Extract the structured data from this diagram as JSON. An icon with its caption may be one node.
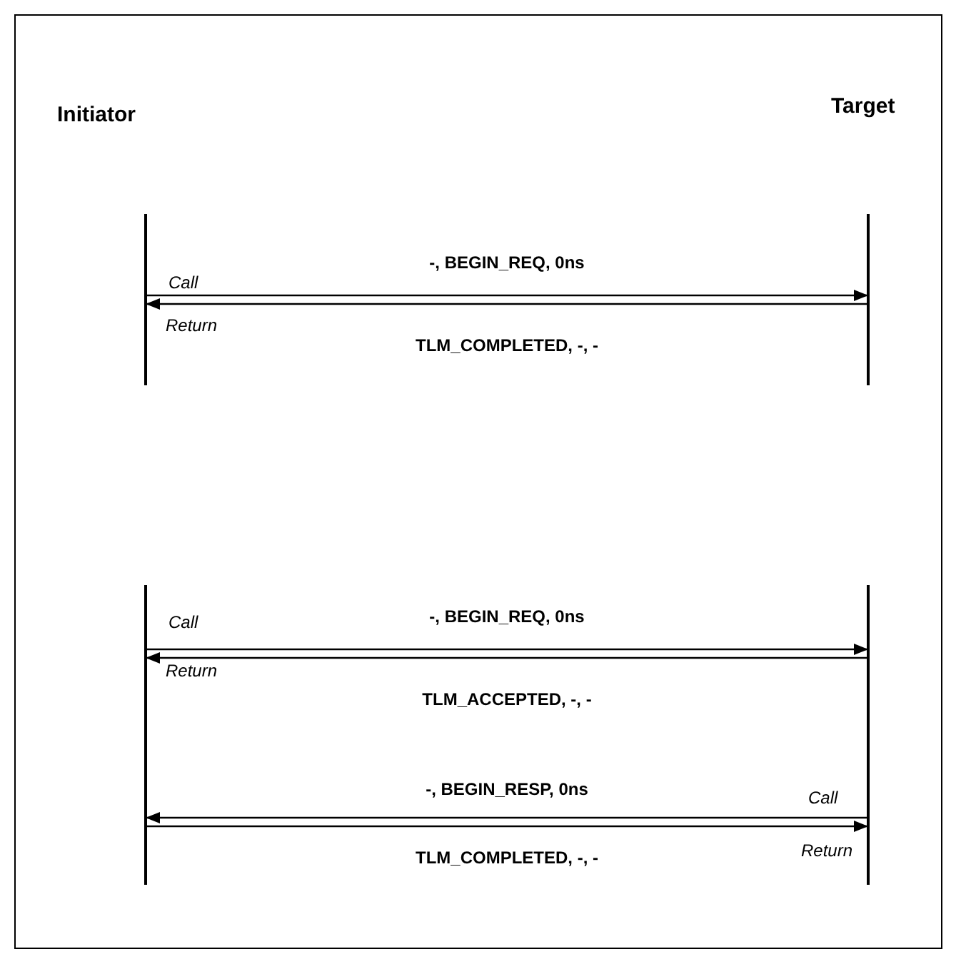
{
  "diagram": {
    "nodes": [
      {
        "text": [
          "Initiator"
        ]
      },
      {
        "text": [
          "Target"
        ]
      },
      {
        "text": [],
        "shape": "bar"
      },
      {
        "text": [],
        "shape": "bar"
      },
      {
        "text": [],
        "shape": "bar"
      },
      {
        "text": [],
        "shape": "bar"
      }
    ],
    "edges": [
      {
        "from": 2,
        "to": 3,
        "arrow": "to",
        "label": "-, BEGIN_REQ, 0ns"
      },
      {
        "from": 3,
        "to": 2,
        "arrow": "to",
        "label": "TLM_COMPLETED, -, -"
      },
      {
        "from": 4,
        "to": 5,
        "arrow": "to",
        "label": "-, BEGIN_REQ, 0ns"
      },
      {
        "from": 5,
        "to": 4,
        "arrow": "to",
        "label": "TLM_ACCEPTED, -, -"
      },
      {
        "from": 5,
        "to": 4,
        "arrow": "to",
        "label": "-, BEGIN_RESP, 0ns"
      },
      {
        "from": 4,
        "to": 5,
        "arrow": "to",
        "label": "TLM_COMPLETED, -, -"
      }
    ],
    "labels": [
      "Call",
      "Return",
      "Call",
      "Return",
      "Call",
      "Return"
    ]
  }
}
